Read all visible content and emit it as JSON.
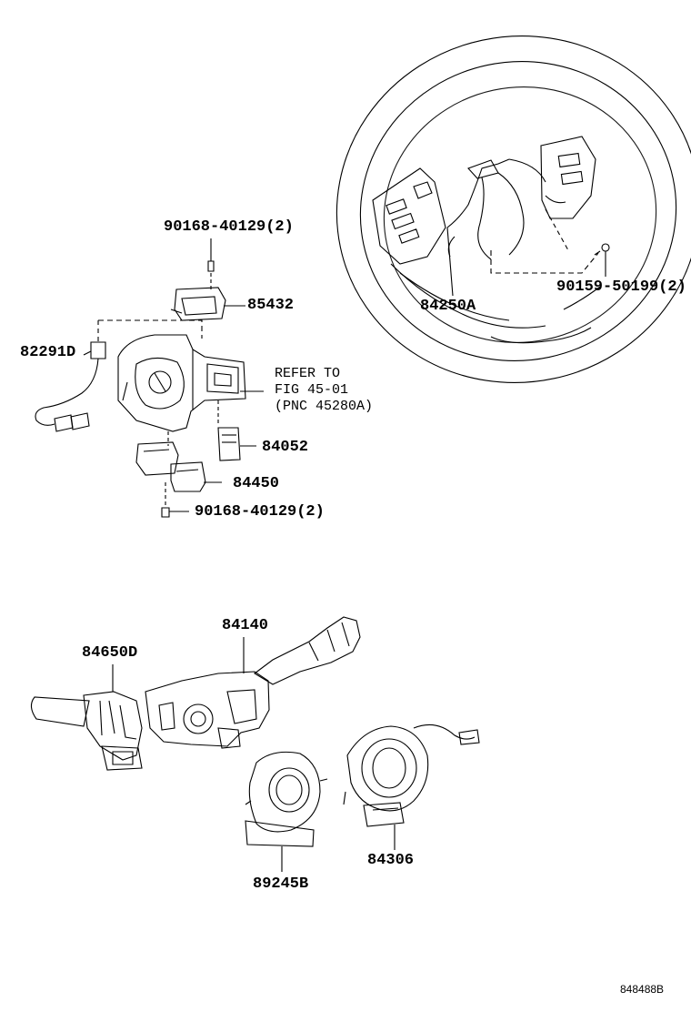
{
  "labels": {
    "bolt_upper": "90168-40129(2)",
    "p85432": "85432",
    "p82291d": "82291D",
    "refer_line1": "REFER TO",
    "refer_line2": "FIG 45-01",
    "refer_line3": "(PNC 45280A)",
    "p84052": "84052",
    "p84450": "84450",
    "bolt_lower": "90168-40129(2)",
    "p84250a": "84250A",
    "bolt_wheel": "90159-50199(2)",
    "p84140": "84140",
    "p84650d": "84650D",
    "p89245b": "89245B",
    "p84306": "84306"
  },
  "figure_code": "848488B"
}
